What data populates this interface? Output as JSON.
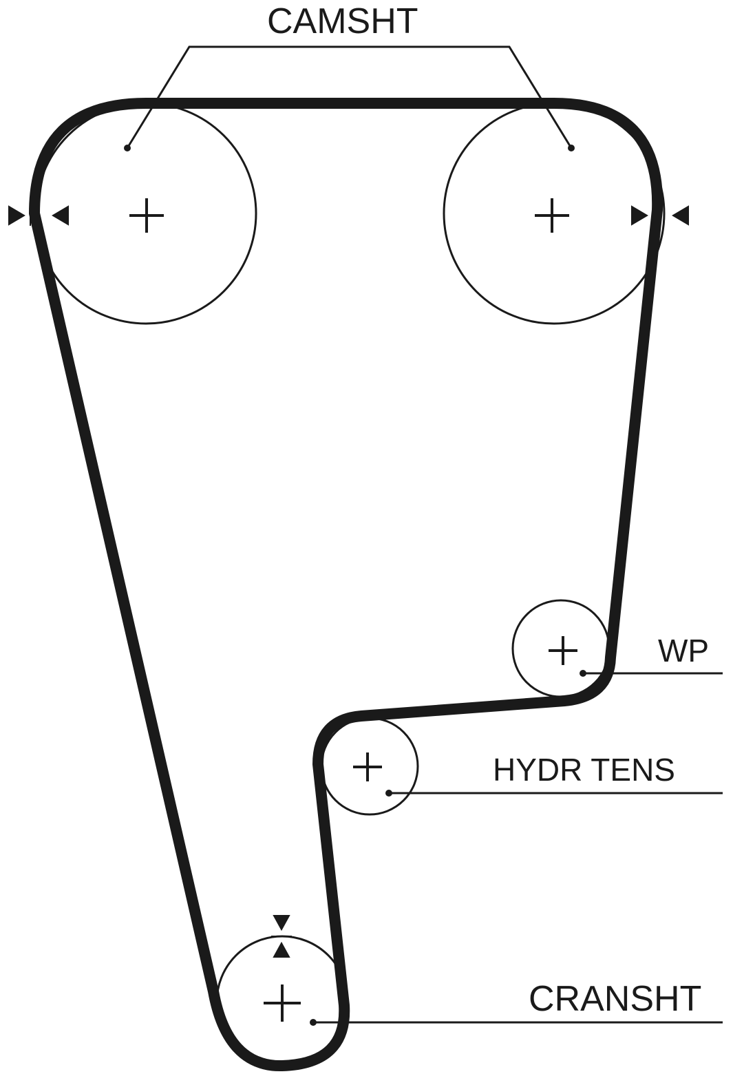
{
  "labels": {
    "camshaft": "CAMSHT",
    "water_pump": "WP",
    "hydraulic_tensioner": "HYDR TENS",
    "crankshaft": "CRANSHT"
  },
  "colors": {
    "line": "#1a1a1a",
    "belt": "#1a1a1a",
    "background": "#ffffff"
  }
}
